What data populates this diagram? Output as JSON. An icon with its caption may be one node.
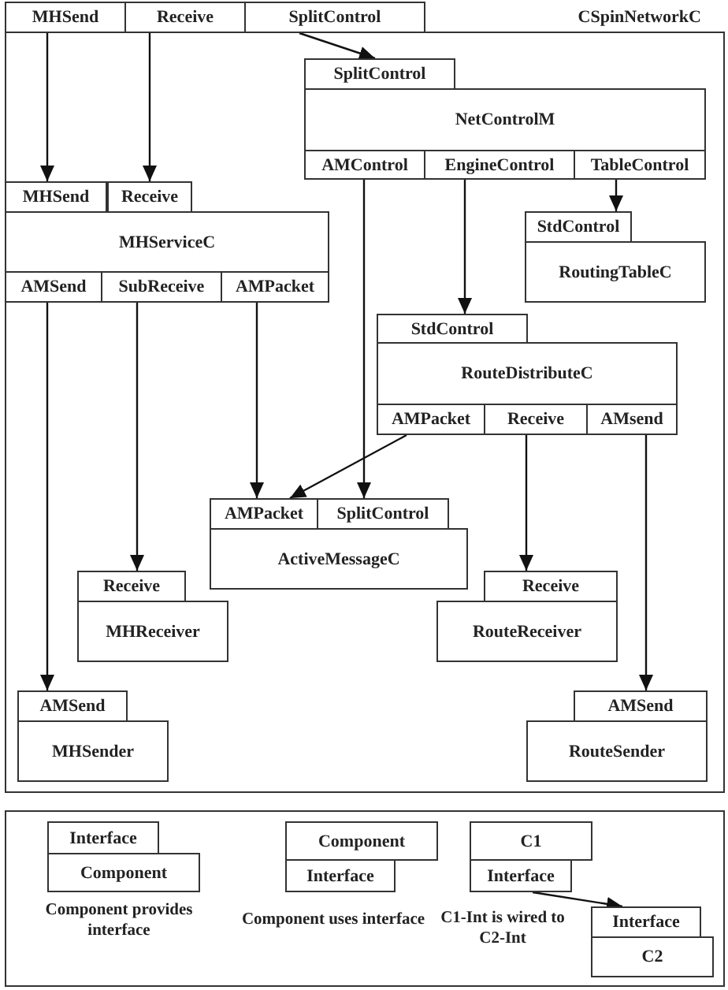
{
  "diagram": {
    "nodes": [
      {
        "text": [
          "MHSend"
        ]
      },
      {
        "text": [
          "Receive"
        ]
      },
      {
        "text": [
          "SplitControl"
        ]
      },
      {
        "text": [
          "CSpinNetworkC"
        ]
      },
      {
        "text": [
          "SplitControl"
        ],
        "in": 3
      },
      {
        "text": [
          "NetControlM"
        ],
        "in": 3
      },
      {
        "text": [
          "AMControl"
        ],
        "in": 3
      },
      {
        "text": [
          "EngineControl"
        ],
        "in": 3
      },
      {
        "text": [
          "TableControl"
        ],
        "in": 3
      },
      {
        "text": [
          "MHSend"
        ],
        "in": 3
      },
      {
        "text": [
          "Receive"
        ],
        "in": 3
      },
      {
        "text": [
          "MHServiceC"
        ],
        "in": 3
      },
      {
        "text": [
          "AMSend"
        ],
        "in": 3
      },
      {
        "text": [
          "SubReceive"
        ],
        "in": 3
      },
      {
        "text": [
          "AMPacket"
        ],
        "in": 3
      },
      {
        "text": [
          "StdControl"
        ],
        "in": 3
      },
      {
        "text": [
          "RoutingTableC"
        ],
        "in": 3
      },
      {
        "text": [
          "StdControl"
        ],
        "in": 3
      },
      {
        "text": [
          "RouteDistributeC"
        ],
        "in": 3
      },
      {
        "text": [
          "AMPacket"
        ],
        "in": 3
      },
      {
        "text": [
          "Receive"
        ],
        "in": 3
      },
      {
        "text": [
          "AMsend"
        ],
        "in": 3
      },
      {
        "text": [
          "AMPacket"
        ],
        "in": 3
      },
      {
        "text": [
          "SplitControl"
        ],
        "in": 3
      },
      {
        "text": [
          "ActiveMessageC"
        ],
        "in": 3
      },
      {
        "text": [
          "Receive"
        ],
        "in": 3
      },
      {
        "text": [
          "MHReceiver"
        ],
        "in": 3
      },
      {
        "text": [
          "Receive"
        ],
        "in": 3
      },
      {
        "text": [
          "RouteReceiver"
        ],
        "in": 3
      },
      {
        "text": [
          "AMSend"
        ],
        "in": 3
      },
      {
        "text": [
          "MHSender"
        ],
        "in": 3
      },
      {
        "text": [
          "AMSend"
        ],
        "in": 3
      },
      {
        "text": [
          "RouteSender"
        ],
        "in": 3
      },
      {
        "text": [],
        "shape": "box"
      },
      {
        "text": [
          "Interface"
        ],
        "in": 33
      },
      {
        "text": [
          "Component"
        ],
        "in": 33
      },
      {
        "text": [
          "Component"
        ],
        "in": 33
      },
      {
        "text": [
          "Interface"
        ],
        "in": 33
      },
      {
        "text": [
          "C1"
        ],
        "in": 33
      },
      {
        "text": [
          "Interface"
        ],
        "in": 33
      },
      {
        "text": [
          "Interface"
        ],
        "in": 33
      },
      {
        "text": [
          "C2"
        ],
        "in": 33
      }
    ],
    "edges": [
      {
        "from": 2,
        "to": 4,
        "arrow": "to"
      },
      {
        "from": 0,
        "to": 9,
        "arrow": "to"
      },
      {
        "from": 1,
        "to": 10,
        "arrow": "to"
      },
      {
        "from": 8,
        "to": 15,
        "arrow": "to"
      },
      {
        "from": 7,
        "to": 17,
        "arrow": "to"
      },
      {
        "from": 14,
        "to": 22,
        "arrow": "to"
      },
      {
        "from": 19,
        "to": 22,
        "arrow": "to"
      },
      {
        "from": 6,
        "to": 23,
        "arrow": "to"
      },
      {
        "from": 13,
        "to": 25,
        "arrow": "to"
      },
      {
        "from": 20,
        "to": 27,
        "arrow": "to"
      },
      {
        "from": 12,
        "to": 29,
        "arrow": "to"
      },
      {
        "from": 21,
        "to": 31,
        "arrow": "to"
      },
      {
        "from": 39,
        "to": 40,
        "arrow": "to"
      }
    ],
    "labels": [
      "Component provides interface",
      "Component uses interface",
      "C1-Int is wired to C2-Int"
    ]
  }
}
